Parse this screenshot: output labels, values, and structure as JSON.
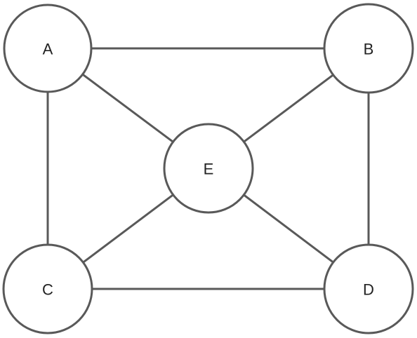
{
  "graph": {
    "nodes": [
      {
        "id": "A",
        "label": "A"
      },
      {
        "id": "B",
        "label": "B"
      },
      {
        "id": "C",
        "label": "C"
      },
      {
        "id": "D",
        "label": "D"
      },
      {
        "id": "E",
        "label": "E"
      }
    ],
    "edges": [
      {
        "from": "A",
        "to": "B"
      },
      {
        "from": "A",
        "to": "C"
      },
      {
        "from": "A",
        "to": "E"
      },
      {
        "from": "B",
        "to": "E"
      },
      {
        "from": "B",
        "to": "D"
      },
      {
        "from": "C",
        "to": "E"
      },
      {
        "from": "C",
        "to": "D"
      },
      {
        "from": "E",
        "to": "D"
      }
    ]
  },
  "colors": {
    "stroke": "#595959",
    "fill": "#ffffff",
    "text": "#222222"
  }
}
